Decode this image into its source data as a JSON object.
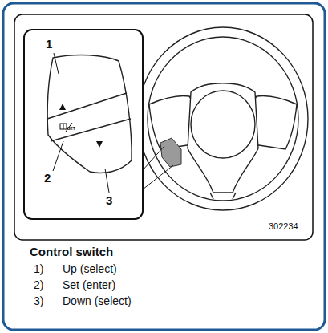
{
  "diagram": {
    "caption": "Control switch",
    "labels": [
      "1",
      "SET",
      "2",
      "3",
      "302234",
      "1)",
      "Up (select)",
      "2)",
      "Set (enter)",
      "3)",
      "Down (select)"
    ]
  }
}
